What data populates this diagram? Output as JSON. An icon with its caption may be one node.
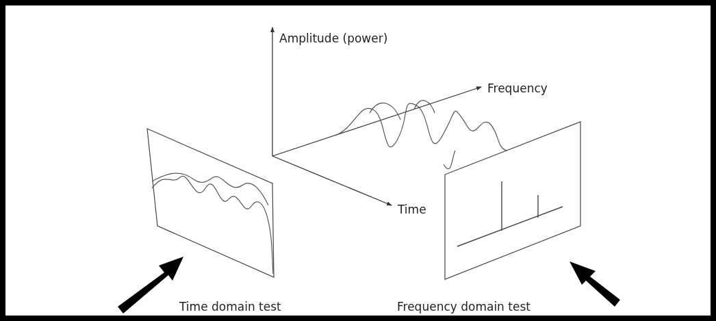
{
  "diagram": {
    "labels": [
      "Amplitude (power)",
      "Frequency",
      "Time",
      "Time domain test",
      "Frequency domain test"
    ]
  }
}
